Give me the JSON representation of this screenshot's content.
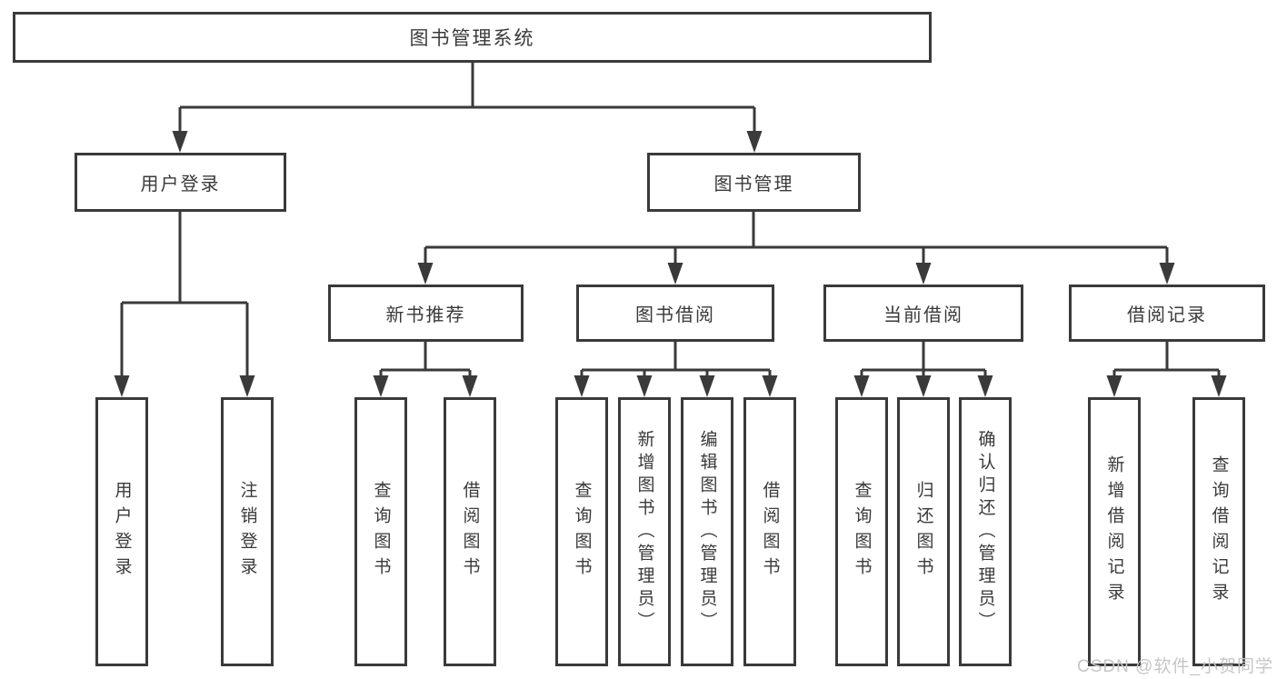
{
  "tree": {
    "root": "图书管理系统",
    "branches": [
      {
        "label": "用户登录",
        "children": [
          "用户登录",
          "注销登录"
        ]
      },
      {
        "label": "图书管理",
        "children": [
          {
            "label": "新书推荐",
            "children": [
              "查询图书",
              "借阅图书"
            ]
          },
          {
            "label": "图书借阅",
            "children": [
              "查询图书",
              "新增图书（管理员）",
              "编辑图书（管理员）",
              "借阅图书"
            ]
          },
          {
            "label": "当前借阅",
            "children": [
              "查询图书",
              "归还图书",
              "确认归还（管理员）"
            ]
          },
          {
            "label": "借阅记录",
            "children": [
              "新增借阅记录",
              "查询借阅记录"
            ]
          }
        ]
      }
    ]
  },
  "watermark": "CSDN @软件_小贺同学",
  "colors": {
    "line": "#3a3a3a",
    "text": "#3a3a3a",
    "background": "#ffffff",
    "watermark": "#c6c6c6"
  }
}
